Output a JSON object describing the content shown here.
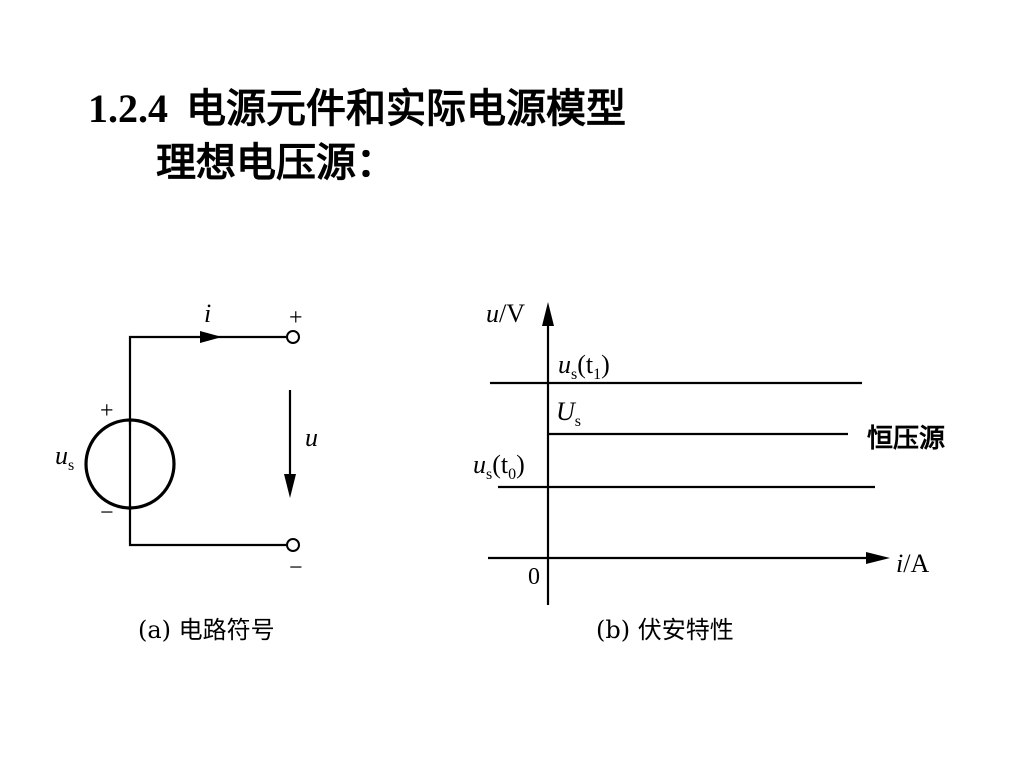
{
  "heading": {
    "number": "1.2.4",
    "title": "电源元件和实际电源模型",
    "subtitle": "理想电压源："
  },
  "circuit": {
    "current_label": "i",
    "voltage_label": "u",
    "source_label_main": "u",
    "source_label_sub": "s",
    "plus_top": "+",
    "minus_bottom": "−",
    "source_plus": "+",
    "source_minus": "−",
    "caption": "(a) 电路符号"
  },
  "characteristic": {
    "y_axis_main": "u",
    "y_axis_unit": "/V",
    "x_axis_main": "i",
    "x_axis_unit": "/A",
    "origin": "0",
    "line_t1_main": "u",
    "line_t1_sub": "s",
    "line_t1_arg": "(t",
    "line_t1_idx": "1",
    "line_t1_close": ")",
    "line_Us_main": "U",
    "line_Us_sub": "s",
    "line_t0_main": "u",
    "line_t0_sub": "s",
    "line_t0_arg": "(t",
    "line_t0_idx": "0",
    "line_t0_close": ")",
    "annotation": "恒压源",
    "caption": "(b) 伏安特性"
  }
}
